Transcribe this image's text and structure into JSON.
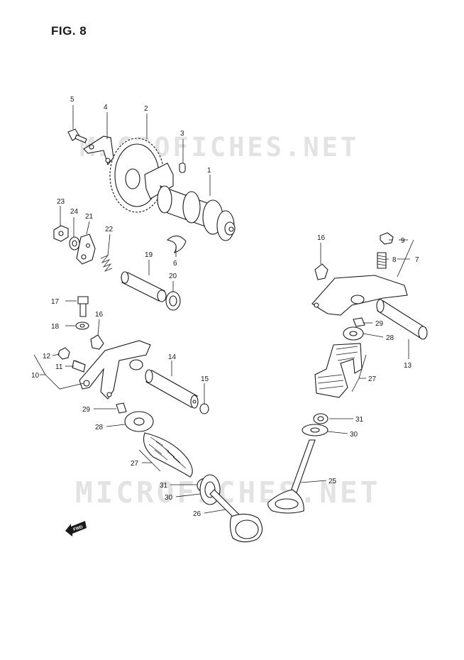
{
  "figure": {
    "title": "FIG. 8"
  },
  "watermarks": {
    "top": "MICROFICHES.NET",
    "bottom": "MICROFICHES.NET"
  },
  "fwd_label": "FWD",
  "callouts": {
    "c1": "1",
    "c2": "2",
    "c3": "3",
    "c4": "4",
    "c5": "5",
    "c6": "6",
    "c7": "7",
    "c8": "8",
    "c9": "9",
    "c10": "10",
    "c11": "11",
    "c12": "12",
    "c13": "13",
    "c14": "14",
    "c15": "15",
    "c16a": "16",
    "c16b": "16",
    "c17": "17",
    "c18": "18",
    "c19": "19",
    "c20": "20",
    "c21": "21",
    "c22": "22",
    "c23": "23",
    "c24": "24",
    "c25": "25",
    "c26": "26",
    "c27a": "27",
    "c27b": "27",
    "c28a": "28",
    "c28b": "28",
    "c29a": "29",
    "c29b": "29",
    "c30a": "30",
    "c30b": "30",
    "c31a": "31",
    "c31b": "31"
  }
}
